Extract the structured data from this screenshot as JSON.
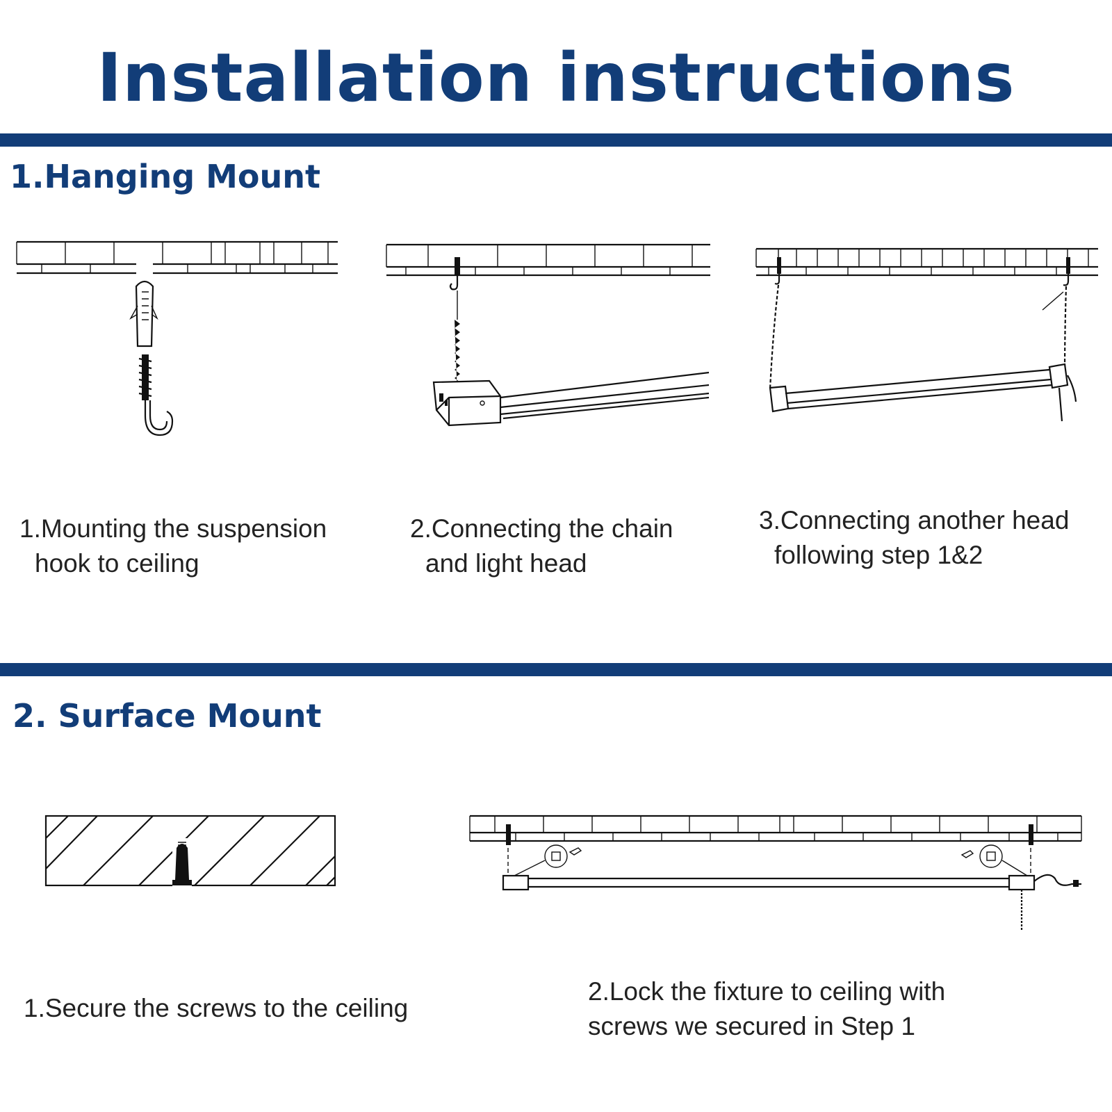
{
  "title": "Installation instructions",
  "colors": {
    "accent": "#123d78",
    "text": "#222222"
  },
  "sections": [
    {
      "heading": "1.Hanging Mount",
      "steps": [
        {
          "lines": [
            "1.Mounting the suspension",
            "hook to ceiling"
          ]
        },
        {
          "lines": [
            "2.Connecting the chain",
            "and light head"
          ]
        },
        {
          "lines": [
            "3.Connecting another head",
            "following step 1&2"
          ]
        }
      ]
    },
    {
      "heading": "2. Surface Mount",
      "steps": [
        {
          "lines": [
            "1.Secure the screws to the ceiling"
          ]
        },
        {
          "lines": [
            "2.Lock the fixture to ceiling with",
            "screws we secured in Step 1"
          ]
        }
      ]
    }
  ]
}
